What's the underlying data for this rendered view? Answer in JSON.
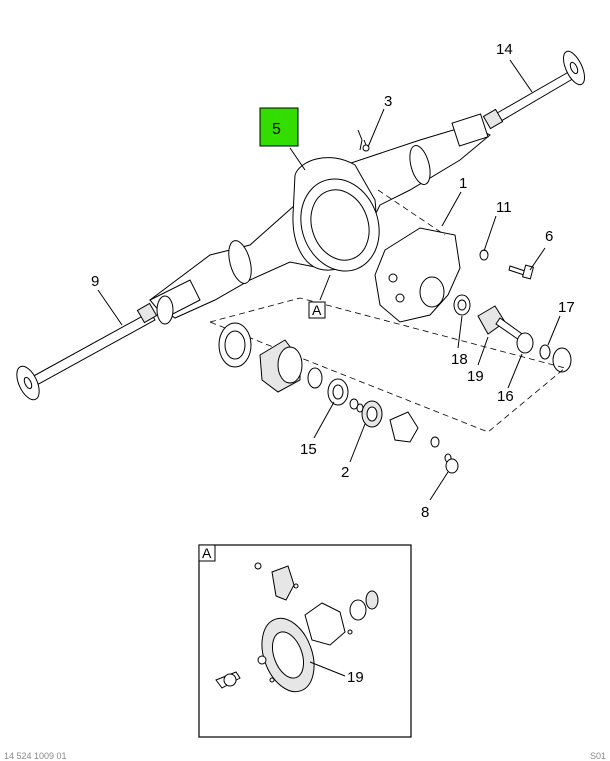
{
  "callouts": {
    "c1": "1",
    "c2": "2",
    "c3": "3",
    "c5": "5",
    "c6": "6",
    "c8": "8",
    "c9": "9",
    "c11": "11",
    "c14": "14",
    "c15": "15",
    "c16": "16",
    "c17": "17",
    "c18": "18",
    "c19": "19",
    "c19_detail": "19"
  },
  "detail_label": "A",
  "detail_marker": "A",
  "highlight_color": "#33dd00",
  "footer": {
    "left": "14 524 1009 01",
    "right": "S01"
  }
}
